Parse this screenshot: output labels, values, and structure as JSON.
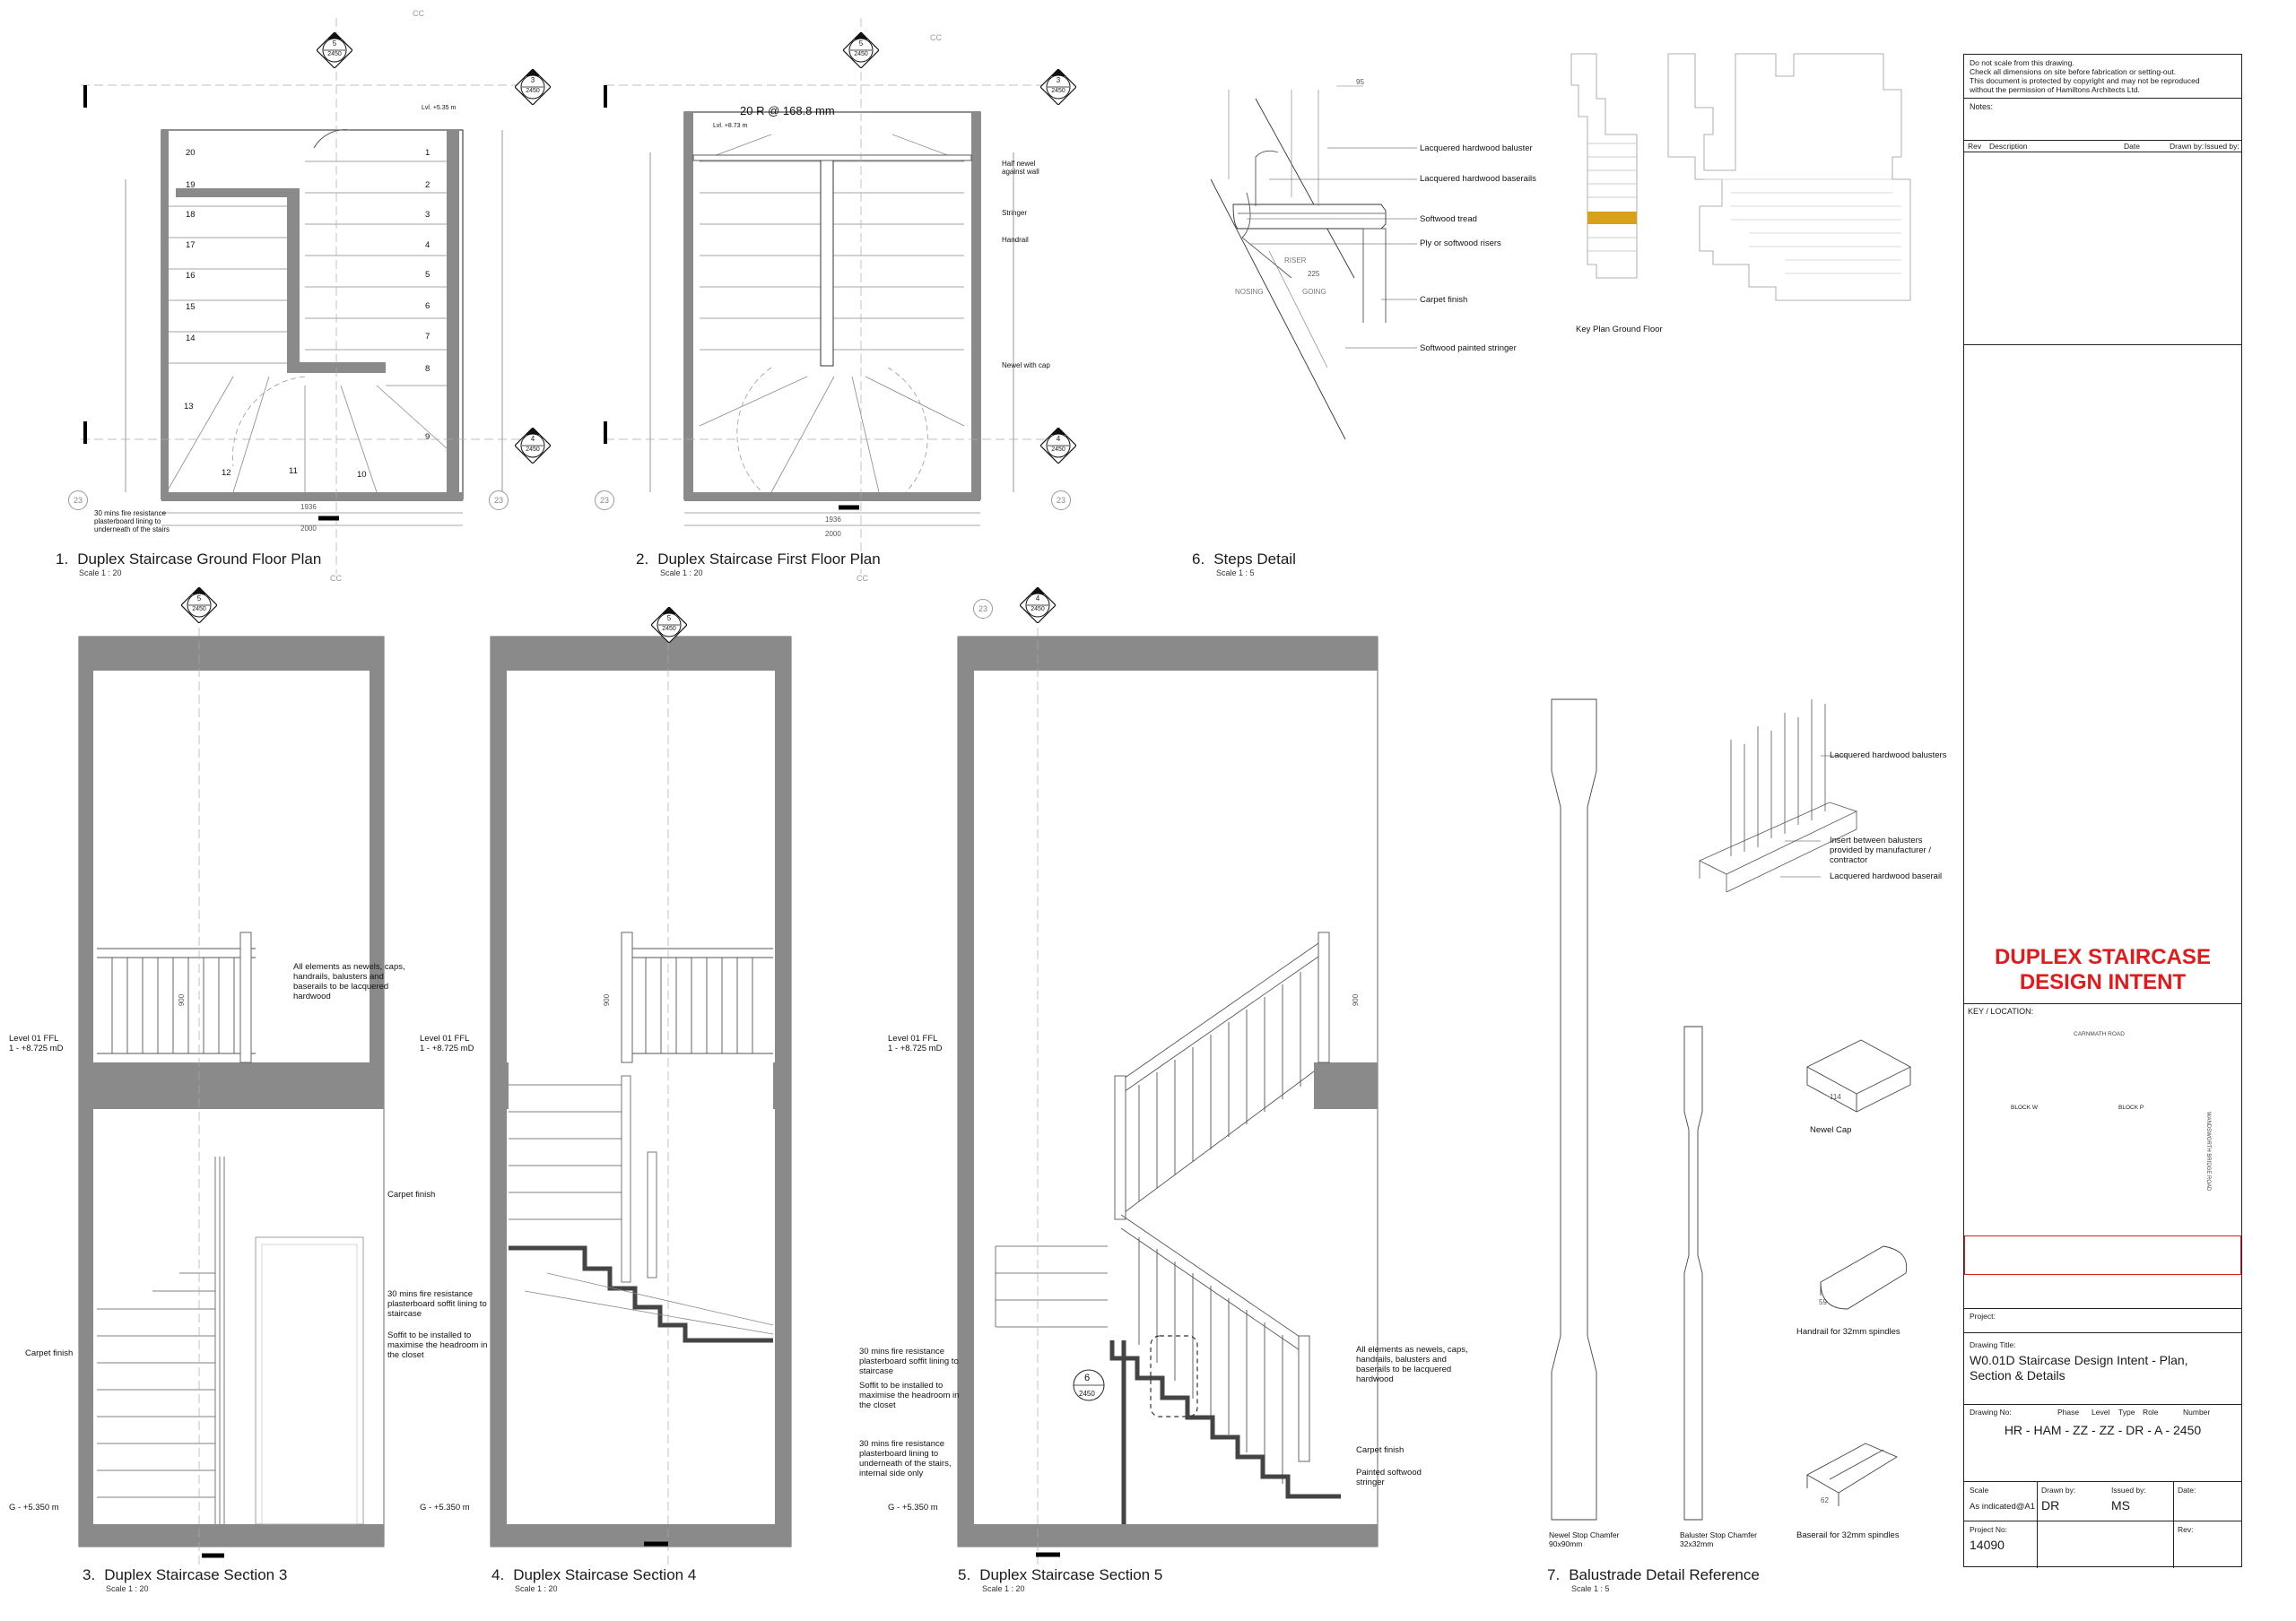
{
  "views": {
    "v1": {
      "number": "1.",
      "title": "Duplex Staircase Ground Floor Plan",
      "scale": "Scale 1 : 20"
    },
    "v2": {
      "number": "2.",
      "title": "Duplex Staircase First Floor Plan",
      "scale": "Scale 1 : 20"
    },
    "v6": {
      "number": "6.",
      "title": "Steps Detail",
      "scale": "Scale 1 : 5"
    },
    "v3": {
      "number": "3.",
      "title": "Duplex Staircase Section 3",
      "scale": "Scale 1 : 20"
    },
    "v4": {
      "number": "4.",
      "title": "Duplex Staircase Section 4",
      "scale": "Scale 1 : 20"
    },
    "v5": {
      "number": "5.",
      "title": "Duplex Staircase Section 5",
      "scale": "Scale 1 : 20"
    },
    "v7": {
      "number": "7.",
      "title": "Balustrade Detail Reference",
      "scale": "Scale 1 : 5"
    }
  },
  "key_plan_label": "Key Plan Ground Floor",
  "plan_notes": {
    "fire_lining": "30 mins fire resistance\nplasterboard lining to\nunderneath of the stairs",
    "riser_rule": "20 R @ 168.8 mm",
    "half_newel": "Half newel\nagainst wall",
    "stringer": "Stringer",
    "handrail": "Handrail",
    "newel_cap": "Newel with cap",
    "lvl_a": "Lvl. +5.35 m",
    "lvl_b": "Lvl. +8.73 m",
    "width_total": "2000",
    "width_inner": "1936",
    "cc": "CC"
  },
  "tread_numbers_ground": [
    "20",
    "19",
    "18",
    "17",
    "16",
    "15",
    "14",
    "13",
    "12",
    "11",
    "10",
    "9",
    "8",
    "7",
    "6",
    "5",
    "4",
    "3",
    "2",
    "1"
  ],
  "steps_detail": {
    "baluster": "Lacquered hardwood baluster",
    "baserails": "Lacquered hardwood baserails",
    "tread": "Softwood tread",
    "risers": "Ply or softwood risers",
    "carpet": "Carpet finish",
    "stringer": "Softwood painted stringer",
    "dim_95": "95",
    "dim_225": "225",
    "going": "GOING",
    "nosing": "NOSING",
    "riser": "RISER"
  },
  "section_notes": {
    "all_elements": "All elements as newels, caps,\nhandrails, balusters and\nbaserails to be lacquered\nhardwood",
    "level01": "Level 01 FFL\n1 - +8.725 mD",
    "level_g": "G - +5.350 m",
    "carpet": "Carpet finish",
    "soffit": "30 mins fire resistance\nplasterboard soffit lining to\nstaircase",
    "soffit_closet": "Soffit to be installed to\nmaximise the headroom in\nthe closet",
    "underneath": "30 mins fire resistance\nplasterboard lining to\nunderneath of the stairs,\ninternal side only",
    "painted_stringer": "Painted softwood\nstringer",
    "dim_900": "900",
    "detail_tag": "6",
    "detail_sheet": "2450"
  },
  "balustrade": {
    "balusters": "Lacquered hardwood balusters",
    "insert": "Insert between balusters\nprovided by manufacturer /\ncontractor",
    "baserail": "Lacquered hardwood baserail",
    "newel_stop": "Newel Stop Chamfer\n90x90mm",
    "baluster_stop": "Baluster Stop Chamfer\n32x32mm",
    "newel_cap": "Newel Cap",
    "handrail": "Handrail for 32mm spindles",
    "baserail_32": "Baserail for 32mm spindles",
    "dim_114": "114",
    "dim_59": "59",
    "dim_62": "62"
  },
  "markers": [
    {
      "id": "5",
      "sheet": "2450"
    },
    {
      "id": "3",
      "sheet": "2450"
    },
    {
      "id": "4",
      "sheet": "2450"
    }
  ],
  "grid_23": "23",
  "title_block": {
    "disclaimer": "Do not scale from this drawing.\nCheck all dimensions on site before fabrication or setting-out.\nThis document is protected by copyright and may not be reproduced\nwithout the permission of Hamiltons Architects Ltd.",
    "notes_label": "Notes:",
    "rev_headers": [
      "Rev",
      "Description",
      "Date",
      "Drawn by:",
      "Issued by:"
    ],
    "project_title_line1": "DUPLEX STAIRCASE",
    "project_title_line2": "DESIGN INTENT",
    "key_location": "KEY / LOCATION:",
    "road_top": "CARNMATH ROAD",
    "road_side": "WANDSWORTH BRIDGE ROAD",
    "block_w": "BLOCK W",
    "block_p": "BLOCK P",
    "project_label": "Project:",
    "drawing_title_label": "Drawing Title:",
    "drawing_title": "W0.01D Staircase Design Intent - Plan,\nSection & Details",
    "drawing_no_label": "Drawing No:",
    "phase_headers": [
      "Phase",
      "Level",
      "Type",
      "Role",
      "Number"
    ],
    "drawing_no": "HR - HAM - ZZ - ZZ - DR - A - 2450",
    "scale_label": "Scale",
    "scale_value": "As indicated@A1",
    "drawn_label": "Drawn by:",
    "drawn_value": "DR",
    "issued_label": "Issued by:",
    "issued_value": "MS",
    "date_label": "Date:",
    "project_no_label": "Project No:",
    "project_no": "14090",
    "rev_label": "Rev:"
  },
  "colors": {
    "wall": "#8a8a8a",
    "title_red": "#e01b1b",
    "key_highlight": "#d9a11b"
  }
}
